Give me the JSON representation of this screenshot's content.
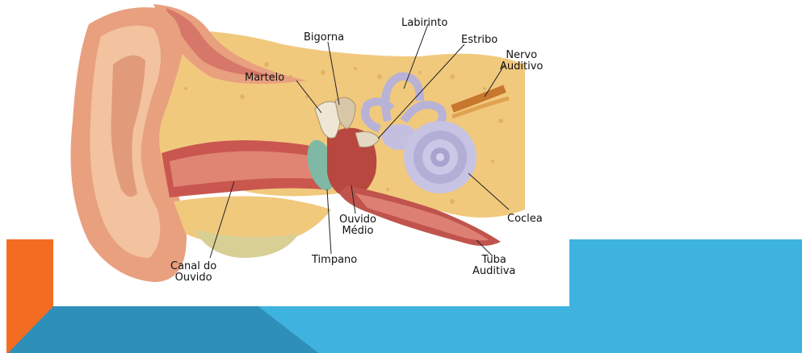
{
  "slide": {
    "colors": {
      "orange": "#f26d21",
      "cyan": "#3eb3e0",
      "teal": "#2e8fb8",
      "background": "#ffffff"
    }
  },
  "diagram": {
    "labels": {
      "bigorna": "Bigorna",
      "labirinto": "Labirinto",
      "estribo": "Estribo",
      "nervo_line1": "Nervo",
      "nervo_line2": "Auditivo",
      "martelo": "Martelo",
      "ouvido_medio_line1": "Ouvido",
      "ouvido_medio_line2": "Médio",
      "coclea": "Coclea",
      "canal_line1": "Canal do",
      "canal_line2": "Ouvido",
      "timpano": "Timpano",
      "tuba_line1": "Tuba",
      "tuba_line2": "Auditiva"
    }
  }
}
